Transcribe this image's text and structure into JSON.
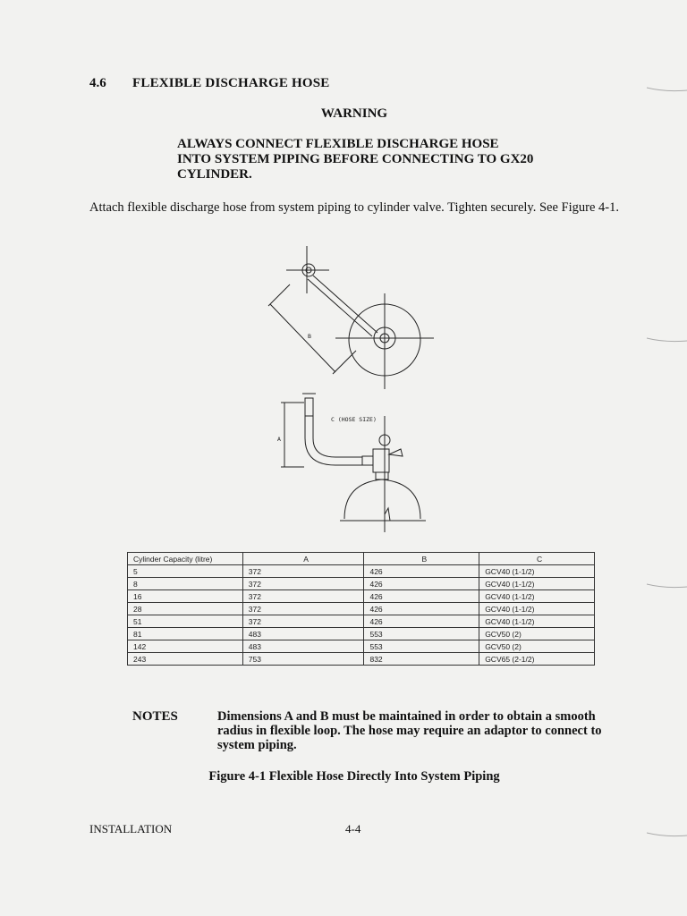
{
  "section": {
    "number": "4.6",
    "title": "FLEXIBLE DISCHARGE HOSE"
  },
  "warning": {
    "heading": "WARNING",
    "text": "ALWAYS CONNECT FLEXIBLE DISCHARGE HOSE INTO SYSTEM PIPING BEFORE CONNECTING TO GX20 CYLINDER."
  },
  "instruction": "Attach flexible discharge hose from system piping to cylinder valve. Tighten securely. See Figure 4-1.",
  "figure": {
    "label_b": "B",
    "label_a": "A",
    "label_c": "C (HOSE SIZE)"
  },
  "table": {
    "headers": [
      "Cylinder Capacity (litre)",
      "A",
      "B",
      "C"
    ],
    "rows": [
      [
        "5",
        "372",
        "426",
        "GCV40 (1-1/2)"
      ],
      [
        "8",
        "372",
        "426",
        "GCV40 (1-1/2)"
      ],
      [
        "16",
        "372",
        "426",
        "GCV40 (1-1/2)"
      ],
      [
        "28",
        "372",
        "426",
        "GCV40 (1-1/2)"
      ],
      [
        "51",
        "372",
        "426",
        "GCV40 (1-1/2)"
      ],
      [
        "81",
        "483",
        "553",
        "GCV50 (2)"
      ],
      [
        "142",
        "483",
        "553",
        "GCV50 (2)"
      ],
      [
        "243",
        "753",
        "832",
        "GCV65 (2-1/2)"
      ]
    ]
  },
  "notes": {
    "label": "NOTES",
    "text": "Dimensions A and B must be maintained in order to obtain a smooth radius in flexible loop. The hose may require an adaptor to connect to system piping."
  },
  "figure_caption": "Figure 4-1  Flexible Hose Directly Into System Piping",
  "footer": {
    "left": "INSTALLATION",
    "page": "4-4"
  }
}
